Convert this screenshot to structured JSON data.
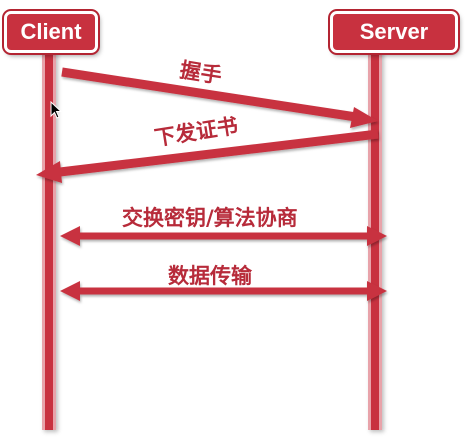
{
  "actors": {
    "client": "Client",
    "server": "Server"
  },
  "messages": [
    {
      "label": "握手",
      "from": "client",
      "to": "server"
    },
    {
      "label": "下发证书",
      "from": "server",
      "to": "client"
    },
    {
      "label": "交换密钥/算法协商",
      "from": "both",
      "to": "both"
    },
    {
      "label": "数据传输",
      "from": "both",
      "to": "both"
    }
  ],
  "colors": {
    "accent": "#c8313f",
    "label": "#b72b3a"
  },
  "icons": {
    "cursor": "mouse-pointer-icon"
  }
}
